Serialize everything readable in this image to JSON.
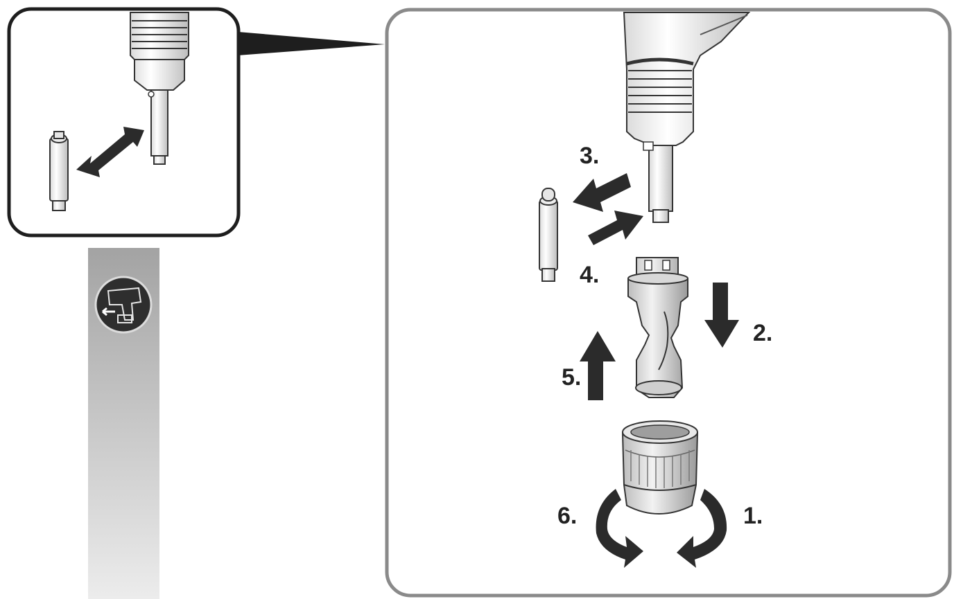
{
  "steps": {
    "s1": "1.",
    "s2": "2.",
    "s3": "3.",
    "s4": "4.",
    "s5": "5.",
    "s6": "6."
  },
  "icons": {
    "sidebar": "drill-battery-removal-icon"
  },
  "colors": {
    "frame": "#8a8a8a",
    "inset_frame": "#1e1e1e",
    "arrow": "#2b2b2b",
    "part_fill": "#f6f6f6",
    "part_line": "#333333",
    "sidebar_top": "#a3a3a3",
    "sidebar_bottom": "#ececec",
    "icon_bg": "#2e2e2e"
  }
}
